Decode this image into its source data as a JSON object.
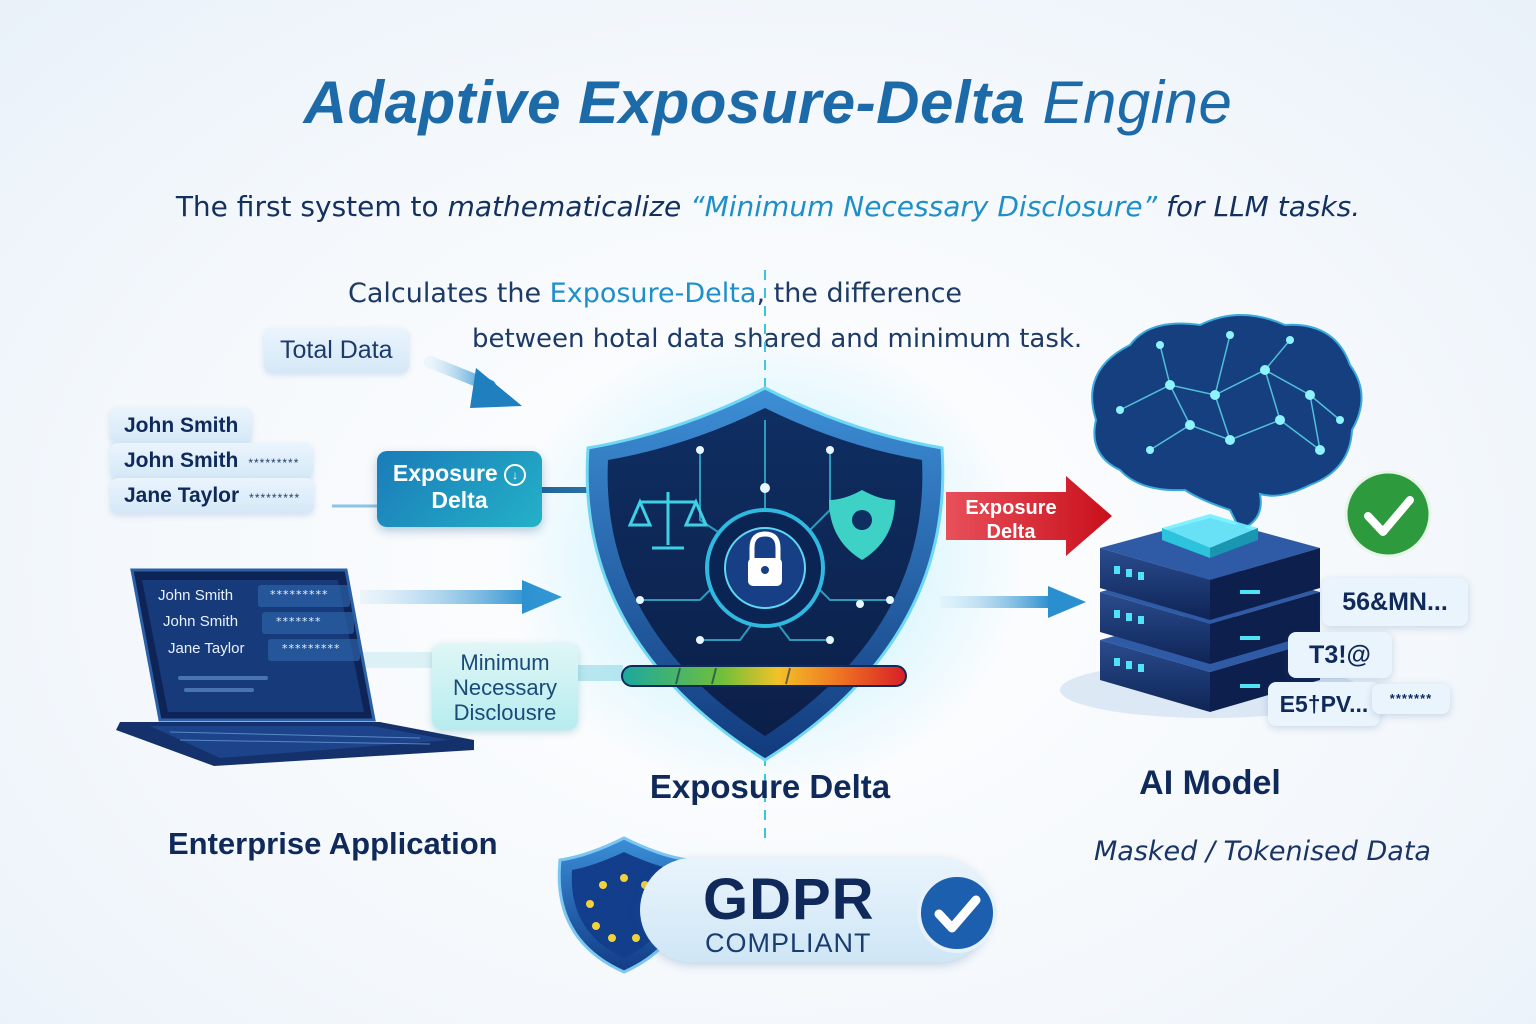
{
  "header": {
    "title_bold": "Adaptive Exposure-Delta",
    "title_light": "Engine",
    "subtitle_pre": "The first system to ",
    "subtitle_it": "mathematicalize ",
    "subtitle_hl": "“Minimum Necessary Disclosure”",
    "subtitle_post": " for LLM tasks."
  },
  "description": {
    "line1_pre": "Calculates the ",
    "line1_hl": "Exposure-Delta",
    "line1_post": ", the difference",
    "line2": "between hotal data shared and minimum task."
  },
  "left": {
    "total_data": "Total Data",
    "names": [
      {
        "name": "John Smith",
        "mask": ""
      },
      {
        "name": "John Smith",
        "mask": "*********"
      },
      {
        "name": "Jane Taylor",
        "mask": "*********"
      }
    ],
    "laptop_rows": [
      {
        "name": "John Smith",
        "mask": "*********"
      },
      {
        "name": "John Smith",
        "mask": "*******"
      },
      {
        "name": "Jane Taylor",
        "mask": "*********"
      }
    ],
    "exposure_box_line1": "Exposure",
    "exposure_box_line2": "Delta",
    "min_box_line1": "Minimum",
    "min_box_line2": "Necessary",
    "min_box_line3": "Disclousre",
    "label": "Enterprise Application"
  },
  "center": {
    "label": "Exposure Delta",
    "gdpr_title": "GDPR",
    "gdpr_sub": "COMPLIANT"
  },
  "right": {
    "red_arrow_line1": "Exposure",
    "red_arrow_line2": "Delta",
    "label": "AI Model",
    "sublabel": "Masked / Tokenised Data",
    "tokens": [
      "56&MN...",
      "T3!@",
      "E5†PV...",
      "*******"
    ]
  },
  "colors": {
    "title": "#1d6aa8",
    "accent_cyan": "#1e8fc9",
    "navy": "#0f2a5a",
    "red": "#d9202b",
    "green": "#2e9a3e"
  }
}
